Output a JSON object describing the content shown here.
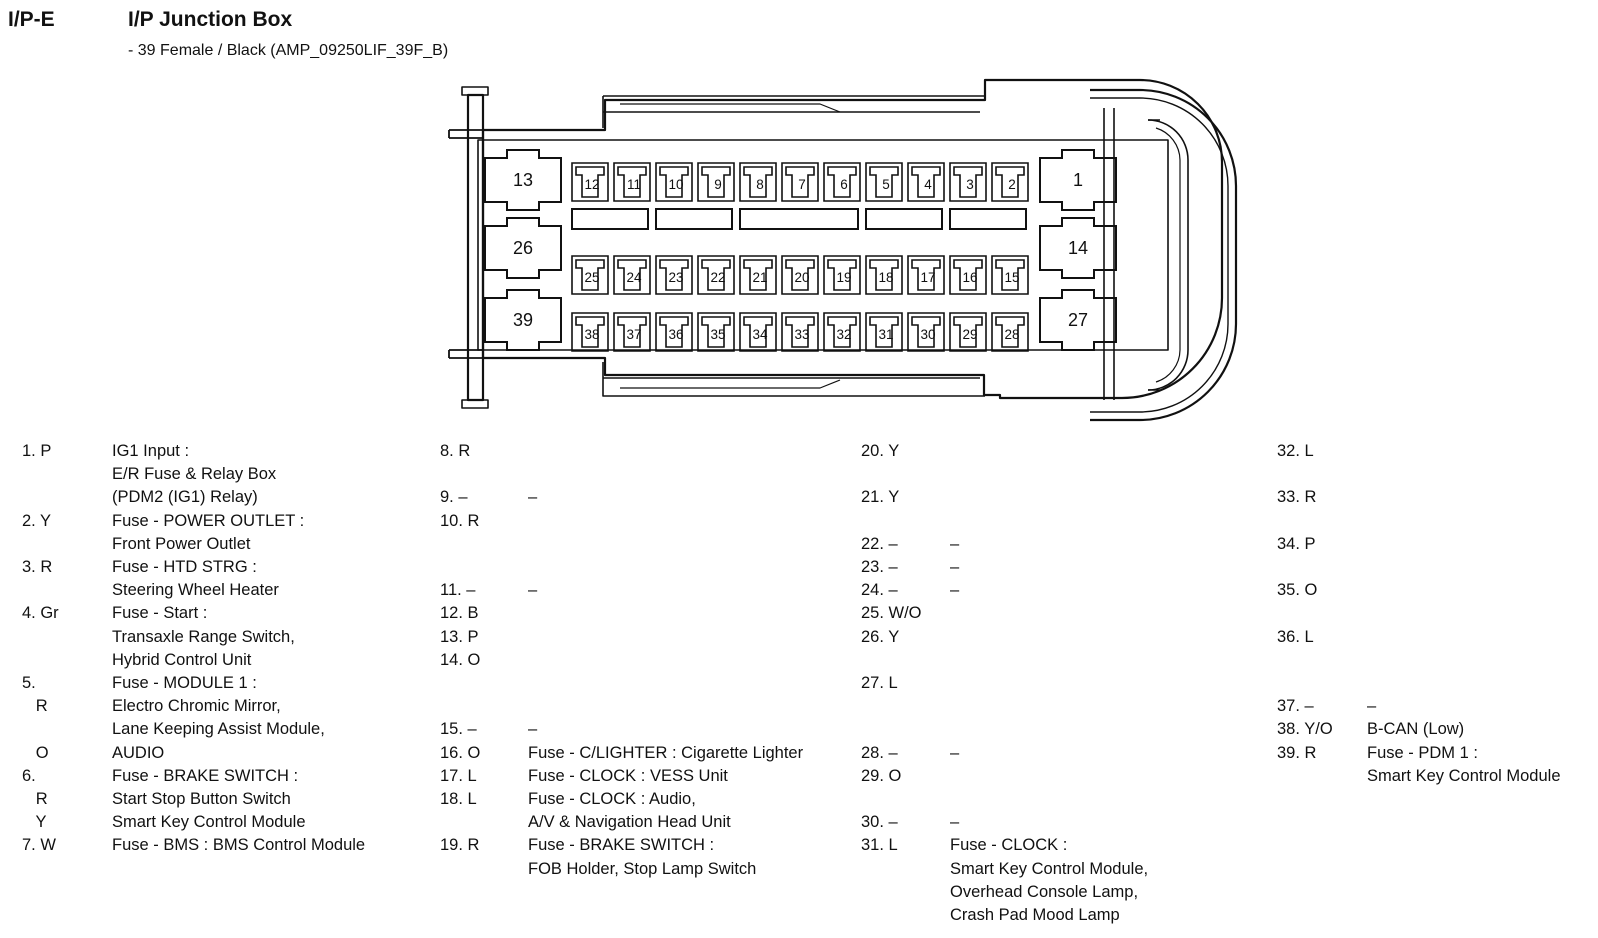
{
  "header": {
    "code": "I/P-E",
    "title": "I/P Junction Box",
    "subtitle": "- 39 Female / Black (AMP_09250LIF_39F_B)"
  },
  "connector": {
    "row1": [
      "12",
      "11",
      "10",
      "9",
      "8",
      "7",
      "6",
      "5",
      "4",
      "3",
      "2"
    ],
    "row2": [
      "25",
      "24",
      "23",
      "22",
      "21",
      "20",
      "19",
      "18",
      "17",
      "16",
      "15"
    ],
    "row3": [
      "38",
      "37",
      "36",
      "35",
      "34",
      "33",
      "32",
      "31",
      "30",
      "29",
      "28"
    ],
    "big_left": [
      "13",
      "26",
      "39"
    ],
    "big_right": [
      "1",
      "14",
      "27"
    ]
  },
  "pin_columns": [
    {
      "id": "col1",
      "rows": [
        {
          "label": "1. P",
          "desc": "IG1 Input :"
        },
        {
          "label": "",
          "desc": "E/R Fuse & Relay Box"
        },
        {
          "label": "",
          "desc": "(PDM2 (IG1) Relay)"
        },
        {
          "label": "2. Y",
          "desc": "Fuse - POWER OUTLET :"
        },
        {
          "label": "",
          "desc": "Front Power Outlet"
        },
        {
          "label": "3. R",
          "desc": "Fuse - HTD STRG :"
        },
        {
          "label": "",
          "desc": "Steering  Wheel Heater"
        },
        {
          "label": "4. Gr",
          "desc": "Fuse - Start :"
        },
        {
          "label": "",
          "desc": "Transaxle Range Switch,"
        },
        {
          "label": "",
          "desc": "Hybrid Control Unit"
        },
        {
          "label": "5.",
          "desc": "Fuse - MODULE 1 :"
        },
        {
          "label": "   R",
          "desc": "Electro Chromic Mirror,"
        },
        {
          "label": "",
          "desc": "Lane Keeping Assist Module,"
        },
        {
          "label": "   O",
          "desc": "AUDIO"
        },
        {
          "label": "6.",
          "desc": "Fuse - BRAKE SWITCH :"
        },
        {
          "label": "   R",
          "desc": "Start Stop Button Switch"
        },
        {
          "label": "   Y",
          "desc": "Smart Key Control Module"
        },
        {
          "label": "7. W",
          "desc": "Fuse - BMS : BMS Control Module"
        }
      ]
    },
    {
      "id": "col2",
      "rows": [
        {
          "label": "8. R",
          "desc": ""
        },
        {
          "label": "",
          "desc": ""
        },
        {
          "label": "9. –",
          "desc": "–"
        },
        {
          "label": "10. R",
          "desc": ""
        },
        {
          "label": "",
          "desc": ""
        },
        {
          "label": "",
          "desc": ""
        },
        {
          "label": "11. –",
          "desc": "–"
        },
        {
          "label": "12. B",
          "desc": ""
        },
        {
          "label": "13. P",
          "desc": ""
        },
        {
          "label": "14. O",
          "desc": ""
        },
        {
          "label": "",
          "desc": ""
        },
        {
          "label": "",
          "desc": ""
        },
        {
          "label": "15. –",
          "desc": "–"
        },
        {
          "label": "16. O",
          "desc": "Fuse - C/LIGHTER : Cigarette Lighter"
        },
        {
          "label": "17. L",
          "desc": "Fuse - CLOCK : VESS Unit"
        },
        {
          "label": "18. L",
          "desc": "Fuse - CLOCK : Audio,"
        },
        {
          "label": "",
          "desc": "A/V & Navigation Head Unit"
        },
        {
          "label": "19. R",
          "desc": "Fuse - BRAKE SWITCH :"
        },
        {
          "label": "",
          "desc": "FOB Holder, Stop Lamp Switch"
        }
      ]
    },
    {
      "id": "col3",
      "rows": [
        {
          "label": "20. Y",
          "desc": ""
        },
        {
          "label": "",
          "desc": ""
        },
        {
          "label": "21. Y",
          "desc": ""
        },
        {
          "label": "",
          "desc": ""
        },
        {
          "label": "22. –",
          "desc": "–"
        },
        {
          "label": "23. –",
          "desc": "–"
        },
        {
          "label": "24. –",
          "desc": "–"
        },
        {
          "label": "25. W/O",
          "desc": ""
        },
        {
          "label": "26. Y",
          "desc": ""
        },
        {
          "label": "",
          "desc": ""
        },
        {
          "label": "27. L",
          "desc": ""
        },
        {
          "label": "",
          "desc": ""
        },
        {
          "label": "",
          "desc": ""
        },
        {
          "label": "28. –",
          "desc": "–"
        },
        {
          "label": "29. O",
          "desc": ""
        },
        {
          "label": "",
          "desc": ""
        },
        {
          "label": "30. –",
          "desc": "–"
        },
        {
          "label": "31. L",
          "desc": "Fuse - CLOCK :"
        },
        {
          "label": "",
          "desc": "Smart Key Control Module,"
        },
        {
          "label": "",
          "desc": "Overhead Console Lamp,"
        },
        {
          "label": "",
          "desc": "Crash Pad Mood Lamp"
        }
      ]
    },
    {
      "id": "col4",
      "rows": [
        {
          "label": "32. L",
          "desc": ""
        },
        {
          "label": "",
          "desc": ""
        },
        {
          "label": "33. R",
          "desc": ""
        },
        {
          "label": "",
          "desc": ""
        },
        {
          "label": "34. P",
          "desc": ""
        },
        {
          "label": "",
          "desc": ""
        },
        {
          "label": "35. O",
          "desc": ""
        },
        {
          "label": "",
          "desc": ""
        },
        {
          "label": "36. L",
          "desc": ""
        },
        {
          "label": "",
          "desc": ""
        },
        {
          "label": "",
          "desc": ""
        },
        {
          "label": "37. –",
          "desc": "–"
        },
        {
          "label": "38. Y/O",
          "desc": "B-CAN (Low)"
        },
        {
          "label": "39. R",
          "desc": "Fuse - PDM 1 :"
        },
        {
          "label": "",
          "desc": "Smart Key Control Module"
        }
      ]
    }
  ]
}
